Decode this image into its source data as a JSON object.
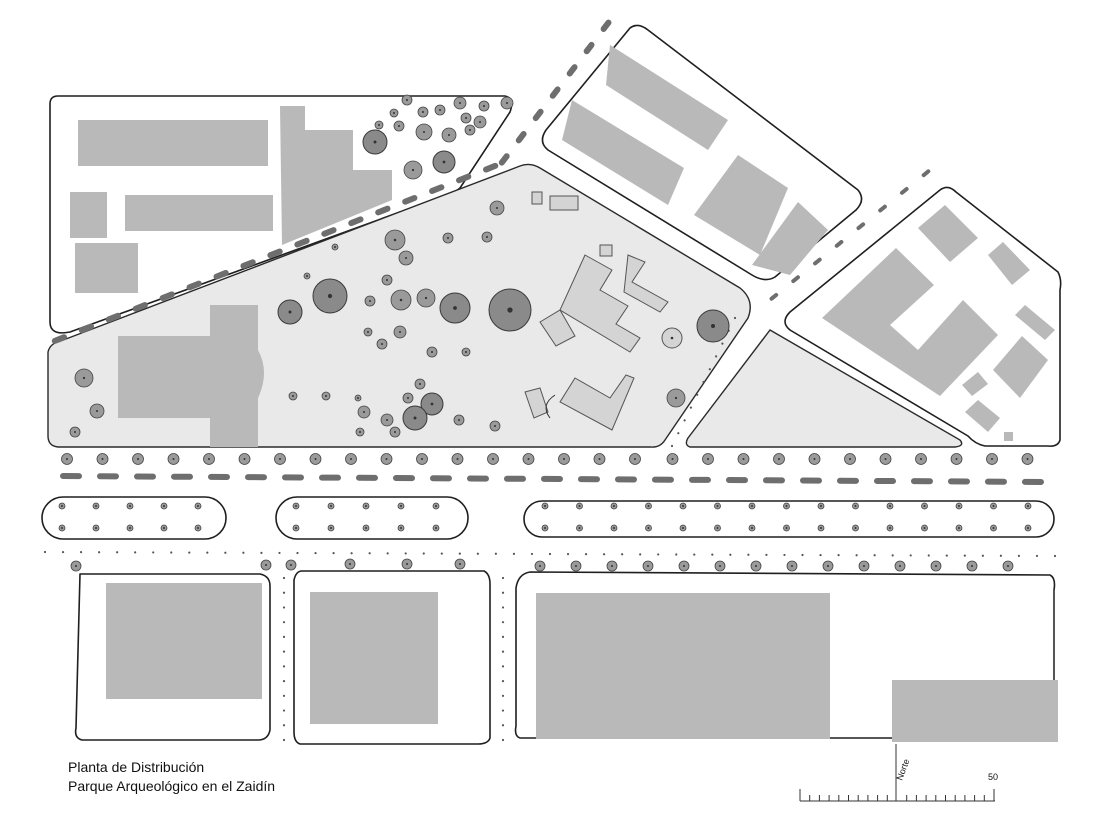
{
  "title": {
    "line1": "Planta de Distribución",
    "line2": "Parque Arqueológico en el Zaidín"
  },
  "scale_bar": {
    "north_label": "Norte",
    "end_label": "50"
  },
  "colors": {
    "building": "#b9b9b9",
    "park": "#e9e9e9",
    "ink": "#1f1f1f",
    "tree": "#8a8a8a"
  }
}
